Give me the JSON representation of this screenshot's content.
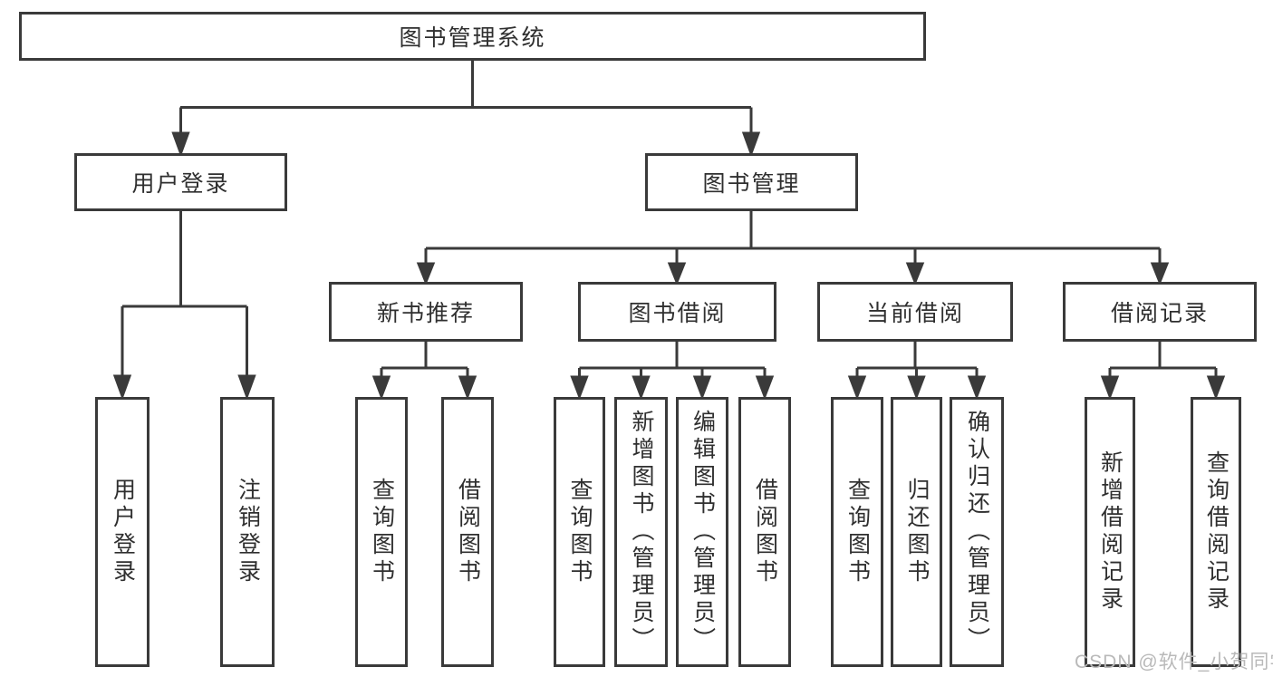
{
  "diagram_title": "图书管理系统",
  "tree": {
    "label": "图书管理系统",
    "children": [
      {
        "label": "用户登录",
        "children": [
          {
            "label": "用户登录"
          },
          {
            "label": "注销登录"
          }
        ]
      },
      {
        "label": "图书管理",
        "children": [
          {
            "label": "新书推荐",
            "children": [
              {
                "label": "查询图书"
              },
              {
                "label": "借阅图书"
              }
            ]
          },
          {
            "label": "图书借阅",
            "children": [
              {
                "label": "查询图书"
              },
              {
                "label": "新增图书（管理员）"
              },
              {
                "label": "编辑图书（管理员）"
              },
              {
                "label": "借阅图书"
              }
            ]
          },
          {
            "label": "当前借阅",
            "children": [
              {
                "label": "查询图书"
              },
              {
                "label": "归还图书"
              },
              {
                "label": "确认归还（管理员）"
              }
            ]
          },
          {
            "label": "借阅记录",
            "children": [
              {
                "label": "新增借阅记录"
              },
              {
                "label": "查询借阅记录"
              }
            ]
          }
        ]
      }
    ]
  },
  "watermark": {
    "text": "CSDN @软件_小贺同学"
  },
  "colors": {
    "line": "#3a3a3a",
    "text": "#2f2f2f",
    "watermark": "#b9b9b9",
    "background": "#ffffff"
  }
}
